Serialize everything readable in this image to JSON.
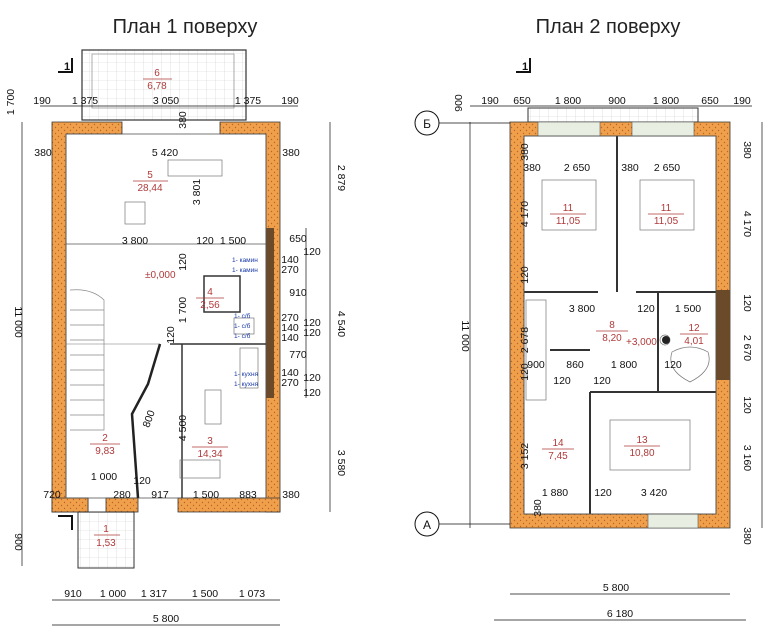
{
  "plans": [
    {
      "title": "План 1 поверху",
      "section_mark": "1",
      "rooms": [
        {
          "num": "6",
          "area": "6,78"
        },
        {
          "num": "5",
          "area": "28,44"
        },
        {
          "num": "4",
          "area": "2,56"
        },
        {
          "num": "3",
          "area": "14,34"
        },
        {
          "num": "2",
          "area": "9,83"
        },
        {
          "num": "1",
          "area": "1,53"
        }
      ],
      "level": "±0,000",
      "top_dims": [
        "1 700",
        "190",
        "1 375",
        "3 050",
        "1 375",
        "190"
      ],
      "inner_dims": [
        "380",
        "5 420",
        "380",
        "3 801",
        "3 800",
        "120",
        "1 500",
        "120",
        "1 700",
        "120",
        "800",
        "4 500",
        "1 000",
        "120",
        "720",
        "280",
        "917",
        "1 500",
        "883",
        "380",
        "380"
      ],
      "right_dims": [
        "2 879",
        "4 540",
        "3 580",
        "650",
        "120",
        "140",
        "270",
        "910",
        "120",
        "270",
        "140",
        "120",
        "140",
        "770",
        "140",
        "270",
        "120",
        "120"
      ],
      "left_dims": [
        "11 000",
        "900"
      ],
      "bottom_dims": [
        "910",
        "1 000",
        "1 317",
        "1 500",
        "1 073"
      ],
      "total_width": "5 800",
      "equipment": [
        "1- камин",
        "1- камин",
        "1- с/б",
        "1- с/б",
        "1- с/б",
        "1- кухня",
        "1- кухня"
      ]
    },
    {
      "title": "План 2 поверху",
      "section_mark": "1",
      "rooms": [
        {
          "num": "11",
          "area": "11,05"
        },
        {
          "num": "11",
          "area": "11,05"
        },
        {
          "num": "8",
          "area": "8,20"
        },
        {
          "num": "12",
          "area": "4,01"
        },
        {
          "num": "14",
          "area": "7,45"
        },
        {
          "num": "13",
          "area": "10,80"
        }
      ],
      "level": "+3,000",
      "top_dims": [
        "900",
        "190",
        "650",
        "1 800",
        "900",
        "1 800",
        "650",
        "190"
      ],
      "inner_dims": [
        "380",
        "380",
        "2 650",
        "2 650",
        "380",
        "4 170",
        "120",
        "3 800",
        "120",
        "1 500",
        "2 678",
        "900",
        "860",
        "1 800",
        "120",
        "120",
        "120",
        "120",
        "3 152",
        "1 880",
        "120",
        "3 420",
        "380"
      ],
      "right_dims": [
        "380",
        "4 170",
        "120",
        "2 670",
        "120",
        "3 160",
        "380"
      ],
      "left_dims": [
        "11 000"
      ],
      "axes": [
        "Б",
        "А"
      ],
      "total_inner": "5 800",
      "total_outer": "6 180"
    }
  ]
}
